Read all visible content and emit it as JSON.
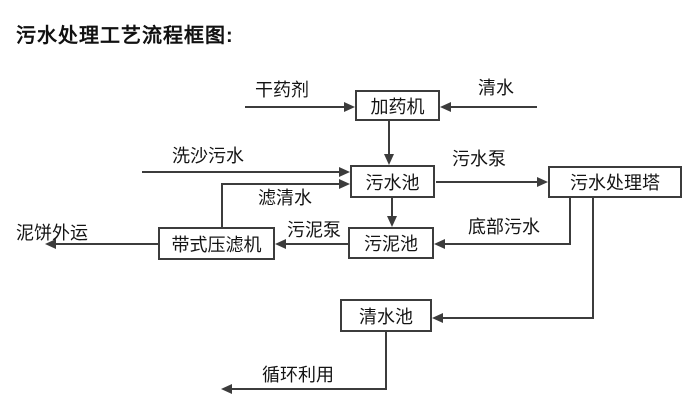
{
  "title": "污水处理工艺流程框图:",
  "nodes": {
    "dosing_machine": "加药机",
    "sewage_pool": "污水池",
    "treatment_tower": "污水处理塔",
    "belt_filter_press": "带式压滤机",
    "sludge_pool": "污泥池",
    "clean_water_pool": "清水池"
  },
  "labels": {
    "dry_chemical": "干药剂",
    "clean_water": "清水",
    "sand_washing_sewage": "洗沙污水",
    "filtered_water": "滤清水",
    "sewage_pump": "污水泵",
    "sludge_pump": "污泥泵",
    "bottom_sewage": "底部污水",
    "mud_cake_out": "泥饼外运",
    "recycle_use": "循环利用"
  },
  "colors": {
    "background": "#ffffff",
    "line": "#3c3c3c",
    "text": "#141414"
  }
}
